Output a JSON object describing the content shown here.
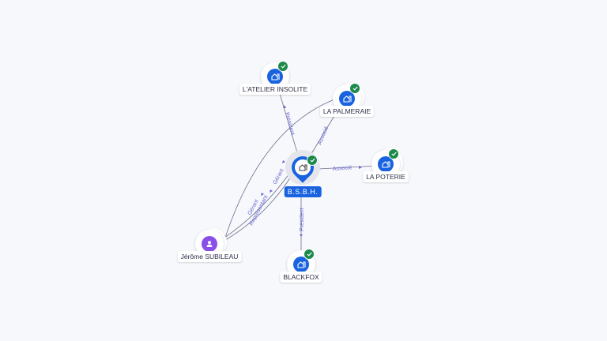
{
  "graph": {
    "center": {
      "label": "B.S.B.H.",
      "icon": "building-icon",
      "verified": true
    },
    "nodes": [
      {
        "id": "atelier",
        "label": "L'ATELIER INSOLITE",
        "icon": "building-icon",
        "verified": true
      },
      {
        "id": "palmeraie",
        "label": "LA PALMERAIE",
        "icon": "building-icon",
        "verified": true
      },
      {
        "id": "poterie",
        "label": "LA POTERIE",
        "icon": "building-icon",
        "verified": true
      },
      {
        "id": "blackfox",
        "label": "BLACKFOX",
        "icon": "building-icon",
        "verified": true
      },
      {
        "id": "jerome",
        "label": "Jérôme SUBILEAU",
        "icon": "person-icon",
        "verified": false
      }
    ],
    "edges": [
      {
        "from": "center",
        "to": "atelier",
        "label": "Président"
      },
      {
        "from": "center",
        "to": "palmeraie",
        "label": "Associé"
      },
      {
        "from": "center",
        "to": "poterie",
        "label": "Associé"
      },
      {
        "from": "center",
        "to": "blackfox",
        "label": "Président"
      },
      {
        "from": "jerome",
        "to": "center",
        "label": "Gérant"
      },
      {
        "from": "jerome",
        "to": "palmeraie",
        "label": "Gérant"
      },
      {
        "from": "jerome",
        "to": "center",
        "label": "Représentant"
      }
    ]
  },
  "colors": {
    "company": "#1a63e0",
    "person": "#8a4fe8",
    "verified": "#1b8a4a",
    "edge_label": "#6a68d6"
  }
}
